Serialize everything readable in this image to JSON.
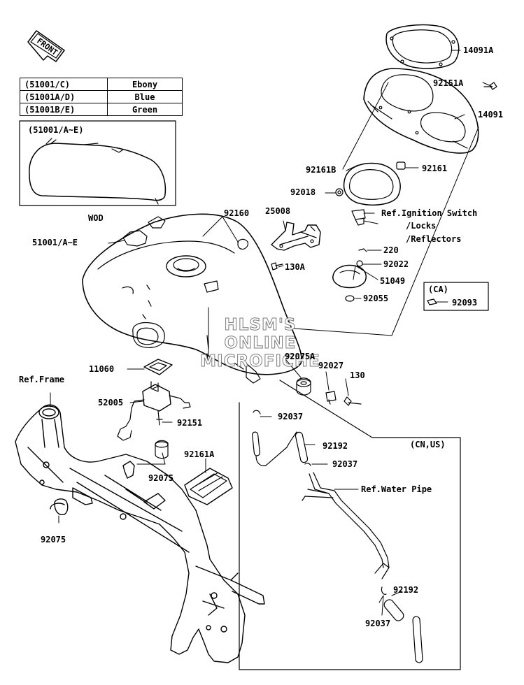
{
  "front_arrow": "FRONT",
  "variant_table": [
    {
      "code": "(51001/C)",
      "color": "Ebony"
    },
    {
      "code": "(51001A/D)",
      "color": "Blue"
    },
    {
      "code": "(51001B/E)",
      "color": "Green"
    }
  ],
  "inset_tank_label": "(51001/A~E)",
  "inset_wod_label": "WOD",
  "ca_box_label": "(CA)",
  "cn_us_label": "(CN,US)",
  "watermark": [
    "HLSM'S",
    "ONLINE",
    "MICROFICHE"
  ],
  "callouts": {
    "p14091A": "14091A",
    "p92151A": "92151A",
    "p14091": "14091",
    "p92161B": "92161B",
    "p92161": "92161",
    "p92018": "92018",
    "ref_ignition": "Ref.Ignition Switch",
    "locks": "/Locks",
    "reflectors": "/Reflectors",
    "p92160": "92160",
    "p25008": "25008",
    "p51001": "51001/A~E",
    "p220": "220",
    "p92022": "92022",
    "p130A": "130A",
    "p51049": "51049",
    "p92055": "92055",
    "p92093": "92093",
    "p11060": "11060",
    "p92075A": "92075A",
    "p92027": "92027",
    "p130": "130",
    "ref_frame": "Ref.Frame",
    "p52005": "52005",
    "p92151": "92151",
    "p92037_a": "92037",
    "p92192_a": "92192",
    "p92161A": "92161A",
    "p92037_b": "92037",
    "ref_water_pipe": "Ref.Water Pipe",
    "p92075_a": "92075",
    "p92075_b": "92075",
    "p92192_b": "92192",
    "p92037_c": "92037"
  }
}
